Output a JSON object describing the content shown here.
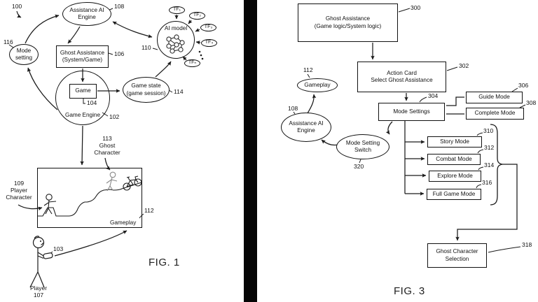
{
  "colors": {
    "line": "#1a1a1a",
    "ghost_figure": "#8a8a8a",
    "background": "#ffffff",
    "divider": "#000000"
  },
  "figure1": {
    "caption": "FIG. 1",
    "diagram_ref": "100",
    "nodes": {
      "assistance_ai_engine": "Assistance AI\nEngine",
      "mode_setting": "Mode\nsetting",
      "ghost_assistance": "Ghost Assistance\n(System/Game)",
      "game": "Game",
      "game_engine": "Game Engine",
      "game_state": "Game state\n(game session)",
      "ai_model": "AI model",
      "tf1": "TF₁",
      "tf2": "TF₂",
      "tf3": "TF₃",
      "tf4": "TF₄",
      "tfn": "TFₙ",
      "gameplay": "Gameplay"
    },
    "labels": {
      "ghost_character": "113\nGhost\nCharacter",
      "player_character": "109\nPlayer\nCharacter",
      "player": "Player\n107"
    },
    "refs": {
      "assistance_ai_engine": "108",
      "mode_setting": "116",
      "ghost_assistance": "106",
      "game": "104",
      "game_engine": "102",
      "game_state": "114",
      "ai_model": "110",
      "gameplay": "112",
      "controller": "103"
    }
  },
  "figure3": {
    "caption": "FIG. 3",
    "nodes": {
      "ghost_assistance": "Ghost Assistance\n(Game logic/System logic)",
      "action_card": "Action Card\nSelect Ghost Assistance",
      "mode_settings": "Mode Settings",
      "guide_mode": "Guide Mode",
      "complete_mode": "Complete Mode",
      "story_mode": "Story Mode",
      "combat_mode": "Combat Mode",
      "explore_mode": "Explore Mode",
      "full_game_mode": "Full Game Mode",
      "ghost_character_selection": "Ghost Character\nSelection",
      "mode_setting_switch": "Mode Setting\nSwitch",
      "assistance_ai_engine": "Assistance AI\nEngine",
      "gameplay": "Gameplay"
    },
    "refs": {
      "ghost_assistance": "300",
      "action_card": "302",
      "mode_settings": "304",
      "guide_mode": "306",
      "complete_mode": "308",
      "story_mode": "310",
      "combat_mode": "312",
      "explore_mode": "314",
      "full_game_mode": "316",
      "ghost_character_selection": "318",
      "mode_setting_switch": "320",
      "assistance_ai_engine": "108",
      "gameplay": "112"
    }
  }
}
